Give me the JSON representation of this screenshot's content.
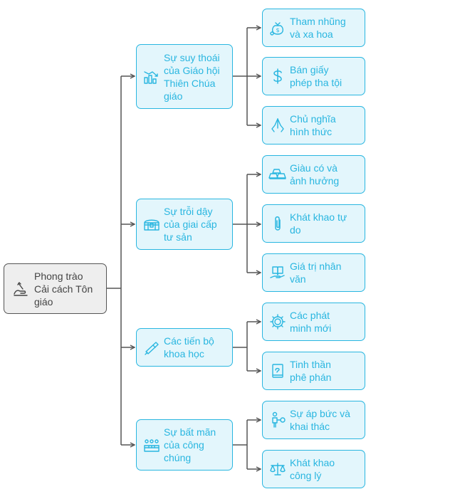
{
  "root": {
    "label": "Phong trào\nCải cách Tôn\ngiáo",
    "icon": "hand-pen-icon"
  },
  "colors": {
    "accent": "#29b6e0",
    "fill": "#e3f6fc",
    "root_fill": "#eeeeee",
    "root_border": "#555555",
    "text_dark": "#444444"
  },
  "categories": [
    {
      "label": "Sự suy thoái\ncủa Giáo hội\nThiên Chúa\ngiáo",
      "icon": "declining-chart-icon",
      "children": [
        {
          "label": "Tham nhũng\nvà xa hoa",
          "icon": "money-bag-icon"
        },
        {
          "label": "Bán giấy\nphép tha tội",
          "icon": "dollar-icon"
        },
        {
          "label": "Chủ nghĩa\nhình thức",
          "icon": "praying-hands-icon"
        }
      ]
    },
    {
      "label": "Sự trỗi dậy\ncủa giai cấp\ntư sản",
      "icon": "treasure-chest-icon",
      "children": [
        {
          "label": "Giàu có và\nảnh hưởng",
          "icon": "gold-bars-icon"
        },
        {
          "label": "Khát khao tự\ndo",
          "icon": "paperclip-icon"
        },
        {
          "label": "Giá trị nhân\nvăn",
          "icon": "book-hand-icon"
        }
      ]
    },
    {
      "label": "Các tiến bộ\nkhoa học",
      "icon": "telescope-icon",
      "children": [
        {
          "label": "Các phát\nminh mới",
          "icon": "gear-icon"
        },
        {
          "label": "Tinh thần\nphê phán",
          "icon": "critical-book-icon"
        }
      ]
    },
    {
      "label": "Sự bất mãn\ncủa công\nchúng",
      "icon": "crowd-icon",
      "children": [
        {
          "label": "Sự áp bức và\nkhai thác",
          "icon": "chained-person-icon"
        },
        {
          "label": "Khát khao\ncông lý",
          "icon": "scales-icon"
        }
      ]
    }
  ]
}
